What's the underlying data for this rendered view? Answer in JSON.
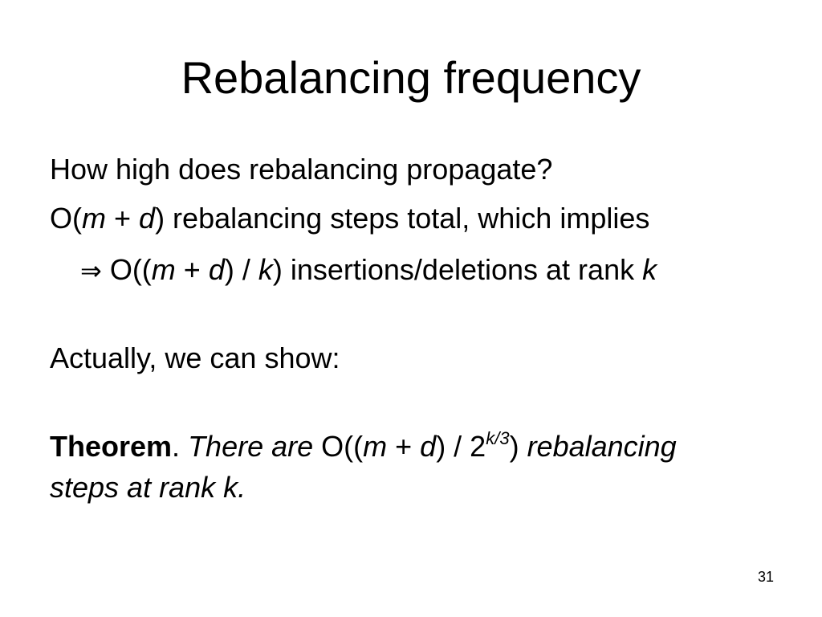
{
  "slide": {
    "title": "Rebalancing frequency",
    "question": "How high does rebalancing propagate?",
    "line2": {
      "o_open": "O(",
      "m": "m",
      "plus": " + ",
      "d": "d",
      "rest": ") rebalancing steps total, which implies"
    },
    "line3": {
      "arrow": "⇒",
      "o_open": " O((",
      "m": "m",
      "plus": " + ",
      "d": "d",
      "mid": ") / ",
      "k": "k",
      "rest": ") insertions/deletions at rank ",
      "k2": "k"
    },
    "actually": "Actually, we can show:",
    "theorem": {
      "label": "Theorem",
      "period": ". ",
      "there_are": "There are ",
      "o_open": "O((",
      "m": "m",
      "plus": " + ",
      "d": "d",
      "div": ") / 2",
      "exp": "k/3",
      "close": ") ",
      "rebalancing": "rebalancing",
      "line2": "steps at rank k."
    },
    "page_number": "31"
  }
}
